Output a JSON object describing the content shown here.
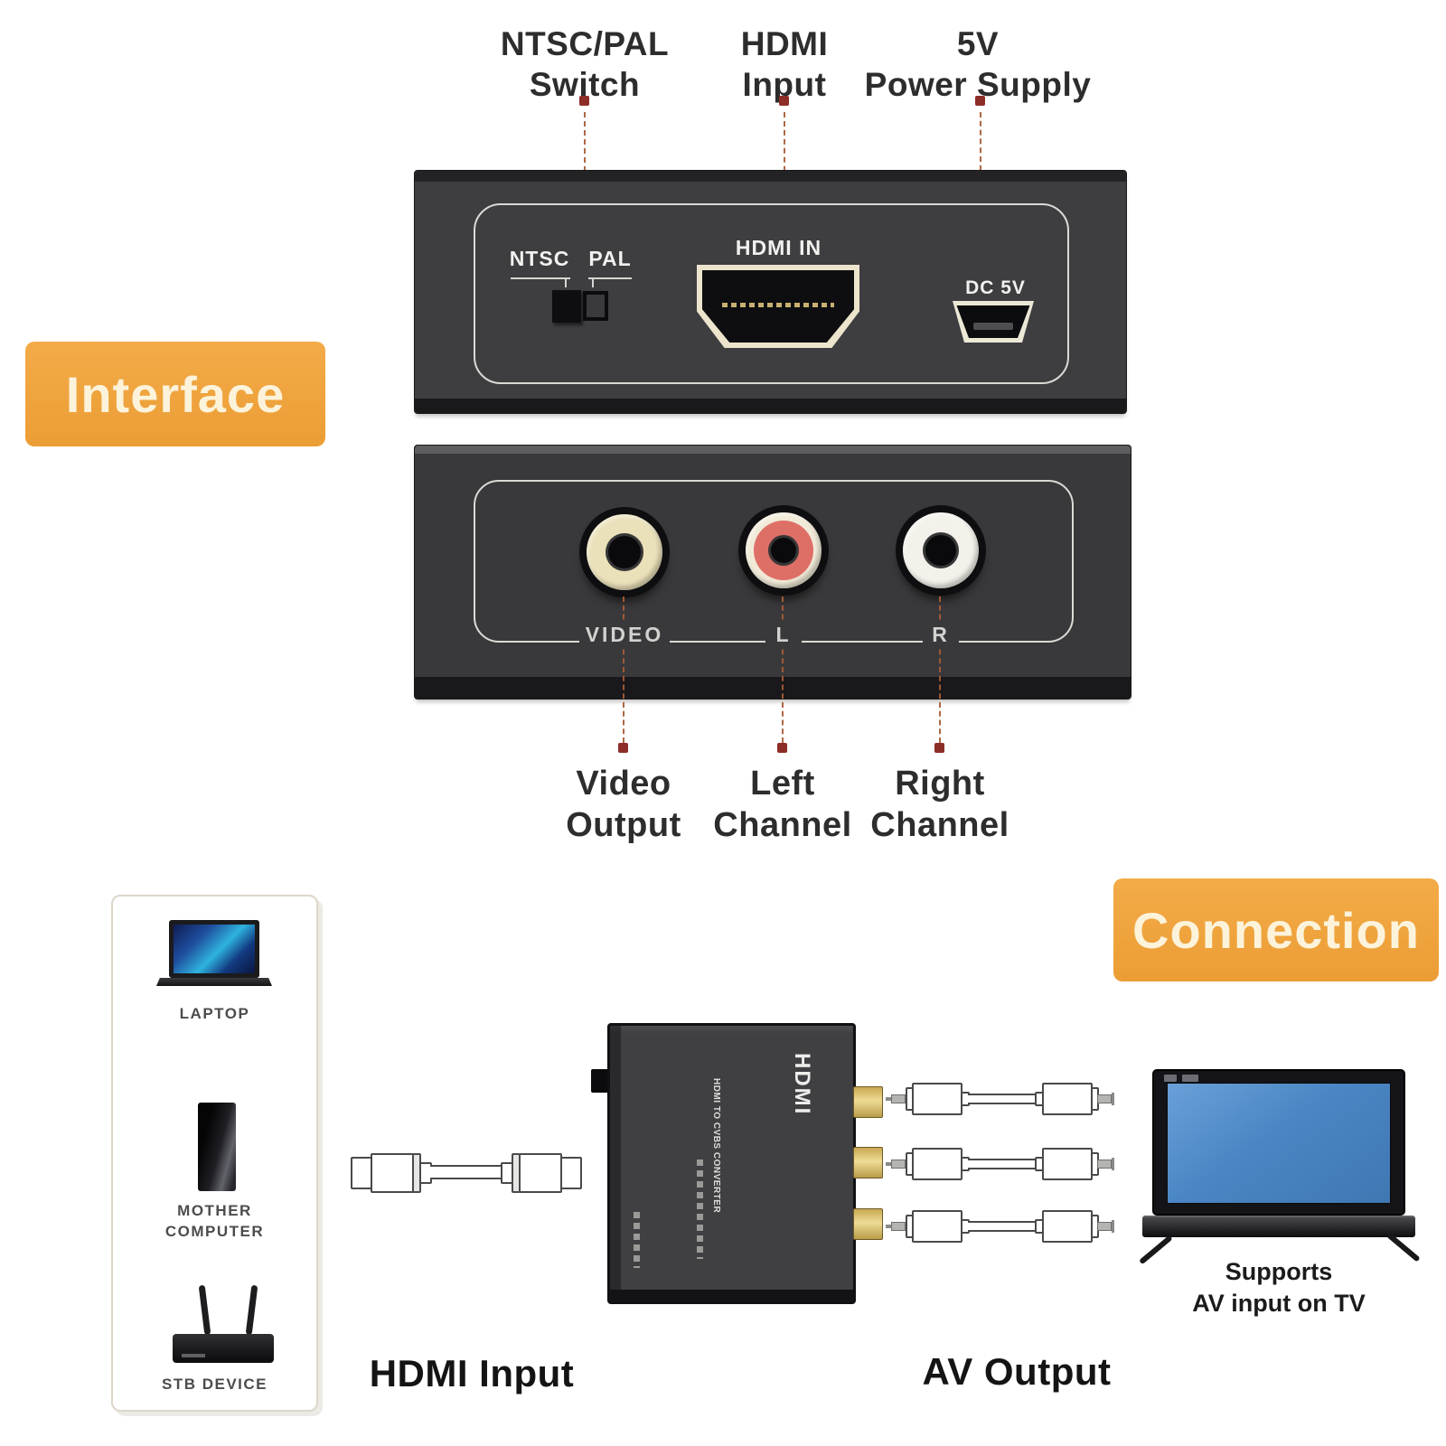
{
  "interface": {
    "badge": "Interface",
    "top_callouts": [
      {
        "line1": "NTSC/PAL",
        "line2": "Switch"
      },
      {
        "line1": "HDMI",
        "line2": "Input"
      },
      {
        "line1": "5V",
        "line2": "Power Supply"
      }
    ],
    "device_top": {
      "ntsc": "NTSC",
      "pal": "PAL",
      "hdmi_in": "HDMI IN",
      "dc_5v": "DC 5V"
    },
    "device_front": {
      "video": "VIDEO",
      "left": "L",
      "right": "R"
    },
    "bottom_callouts": [
      {
        "line1": "Video",
        "line2": "Output"
      },
      {
        "line1": "Left",
        "line2": "Channel"
      },
      {
        "line1": "Right",
        "line2": "Channel"
      }
    ]
  },
  "connection": {
    "badge": "Connection",
    "sources": [
      {
        "line1": "LAPTOP"
      },
      {
        "line1": "MOTHER",
        "line2": "COMPUTER"
      },
      {
        "line1": "STB DEVICE"
      }
    ],
    "converter": {
      "logo": "HDMI",
      "caption": "HDMI TO CVBS CONVERTER"
    },
    "hdmi_input_label": "HDMI Input",
    "av_output_label": "AV Output",
    "tv_note": {
      "line1": "Supports",
      "line2": "AV input on TV"
    }
  },
  "colors": {
    "accent_orange": "#F0A440",
    "badge_text": "#FCF3DA",
    "callout_line": "#A85C36",
    "callout_dot": "#8D2D27",
    "rca_video_ring": "#EAE0BA",
    "rca_left_ring": "#DE6F67",
    "rca_right_ring": "#F3F1EA",
    "tv_screen_blue": "#4A86C4",
    "hdmi_port_gold": "#C8B070"
  }
}
